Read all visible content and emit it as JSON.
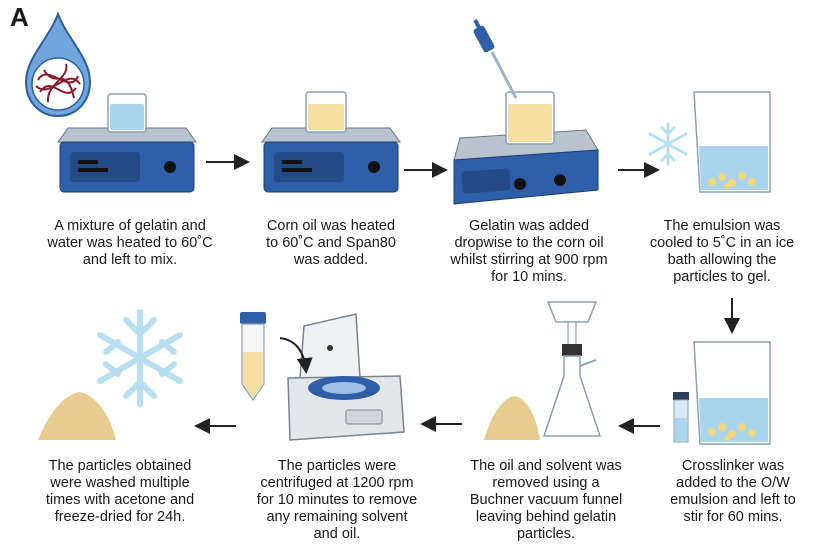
{
  "panel_label": "A",
  "steps": [
    {
      "id": 1,
      "caption": "A mixture of gelatin and\nwater was heated to 60˚C\nand left to mix."
    },
    {
      "id": 2,
      "caption": "Corn oil was heated\nto 60˚C and Span80\nwas added."
    },
    {
      "id": 3,
      "caption": "Gelatin was added\ndropwise to the corn oil\nwhilst stirring at 900 rpm\nfor 10 mins."
    },
    {
      "id": 4,
      "caption": "The emulsion was\ncooled to 5˚C in an ice\nbath allowing the\nparticles to gel."
    },
    {
      "id": 5,
      "caption": "Crosslinker was\nadded to the O/W\nemulsion and left to\nstir for 60 mins."
    },
    {
      "id": 6,
      "caption": "The oil and solvent was\nremoved using a\nBuchner vacuum funnel\nleaving behind gelatin\nparticles."
    },
    {
      "id": 7,
      "caption": "The particles were\ncentrifuged at 1200 rpm\nfor 10 minutes to remove\nany remaining solvent\nand oil."
    },
    {
      "id": 8,
      "caption": "The particles obtained\nwere washed multiple\ntimes with acetone and\nfreeze-dried for 24h."
    }
  ],
  "colors": {
    "hotplate_blue": "#2f5fa8",
    "hotplate_top": "#b9c3cf",
    "water": "#a8d4ee",
    "oil": "#f3dfa0",
    "powder": "#e8cc8f",
    "snowflake": "#b8def2",
    "arrow": "#222222"
  }
}
